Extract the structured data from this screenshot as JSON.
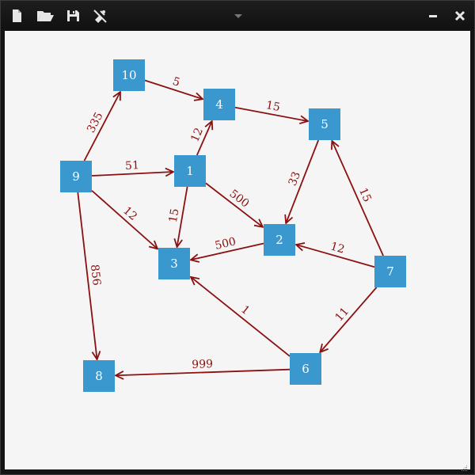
{
  "toolbar": {
    "icons": [
      "new-file-icon",
      "open-folder-icon",
      "save-icon",
      "no-satellite-icon"
    ]
  },
  "window_controls": [
    "dropdown-arrow-icon",
    "minimize-icon",
    "close-icon"
  ],
  "colors": {
    "node_fill": "#3a98cf",
    "edge_color": "#8b1010",
    "canvas_bg": "#f5f5f5",
    "titlebar_bg": "#141414"
  },
  "graph": {
    "nodes": [
      {
        "id": "1",
        "label": "1"
      },
      {
        "id": "2",
        "label": "2"
      },
      {
        "id": "3",
        "label": "3"
      },
      {
        "id": "4",
        "label": "4"
      },
      {
        "id": "5",
        "label": "5"
      },
      {
        "id": "6",
        "label": "6"
      },
      {
        "id": "7",
        "label": "7"
      },
      {
        "id": "8",
        "label": "8"
      },
      {
        "id": "9",
        "label": "9"
      },
      {
        "id": "10",
        "label": "10"
      }
    ],
    "edges": [
      {
        "from": "10",
        "to": "4",
        "weight": "5"
      },
      {
        "from": "9",
        "to": "10",
        "weight": "335"
      },
      {
        "from": "4",
        "to": "5",
        "weight": "15"
      },
      {
        "from": "1",
        "to": "4",
        "weight": "12"
      },
      {
        "from": "9",
        "to": "1",
        "weight": "51"
      },
      {
        "from": "5",
        "to": "2",
        "weight": "33"
      },
      {
        "from": "7",
        "to": "5",
        "weight": "15"
      },
      {
        "from": "1",
        "to": "2",
        "weight": "500"
      },
      {
        "from": "1",
        "to": "3",
        "weight": "15"
      },
      {
        "from": "9",
        "to": "3",
        "weight": "12"
      },
      {
        "from": "2",
        "to": "3",
        "weight": "500"
      },
      {
        "from": "7",
        "to": "2",
        "weight": "12"
      },
      {
        "from": "9",
        "to": "8",
        "weight": "856"
      },
      {
        "from": "6",
        "to": "3",
        "weight": "1"
      },
      {
        "from": "7",
        "to": "6",
        "weight": "11"
      },
      {
        "from": "6",
        "to": "8",
        "weight": "999"
      }
    ]
  }
}
